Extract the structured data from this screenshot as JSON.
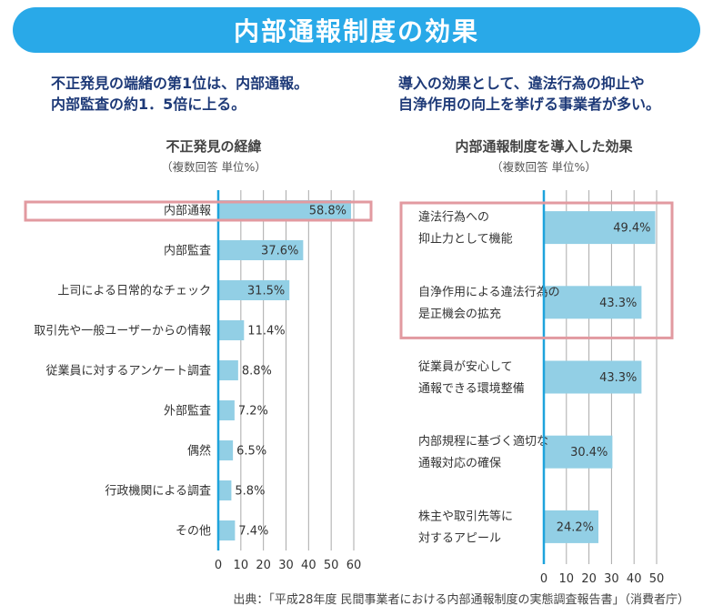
{
  "banner": {
    "title": "内部通報制度の効果",
    "color": "#29a9e8"
  },
  "headlines": {
    "left": [
      "不正発見の端緒の第1位は、内部通報。",
      "内部監査の約1．5倍に上る。"
    ],
    "right": [
      "導入の効果として、違法行為の抑止や",
      "自浄作用の向上を挙げる事業者が多い。"
    ]
  },
  "colors": {
    "bar": "#92cfe5",
    "axis": "#1ea3dc",
    "grid": "#aaaaaa",
    "highlight": "#e29aa0",
    "text": "#333333"
  },
  "chart_data": [
    {
      "type": "bar",
      "orientation": "horizontal",
      "title": "不正発見の経緯",
      "subtitle": "（複数回答 単位%）",
      "categories": [
        [
          "内部通報"
        ],
        [
          "内部監査"
        ],
        [
          "上司による日常的なチェック"
        ],
        [
          "取引先や一般ユーザーからの情報"
        ],
        [
          "従業員に対するアンケート調査"
        ],
        [
          "外部監査"
        ],
        [
          "偶然"
        ],
        [
          "行政機関による調査"
        ],
        [
          "その他"
        ]
      ],
      "values": [
        58.8,
        37.6,
        31.5,
        11.4,
        8.8,
        7.2,
        6.5,
        5.8,
        7.4
      ],
      "value_labels": [
        "58.8%",
        "37.6%",
        "31.5%",
        "11.4%",
        "8.8%",
        "7.2%",
        "6.5%",
        "5.8%",
        "7.4%"
      ],
      "xlim": [
        0,
        60
      ],
      "xticks": [
        0,
        10,
        20,
        30,
        40,
        50,
        60
      ],
      "grid": true,
      "label_align": "right",
      "highlight": [
        0
      ]
    },
    {
      "type": "bar",
      "orientation": "horizontal",
      "title": "内部通報制度を導入した効果",
      "subtitle": "（複数回答 単位%）",
      "categories": [
        [
          "違法行為への",
          "抑止力として機能"
        ],
        [
          "自浄作用による違法行為の",
          "是正機会の拡充"
        ],
        [
          "従業員が安心して",
          "通報できる環境整備"
        ],
        [
          "内部規程に基づく適切な",
          "通報対応の確保"
        ],
        [
          "株主や取引先等に",
          "対するアピール"
        ]
      ],
      "values": [
        49.4,
        43.3,
        43.3,
        30.4,
        24.2
      ],
      "value_labels": [
        "49.4%",
        "43.3%",
        "43.3%",
        "30.4%",
        "24.2%"
      ],
      "xlim": [
        0,
        50
      ],
      "xticks": [
        0,
        10,
        20,
        30,
        40,
        50
      ],
      "grid": true,
      "label_align": "left",
      "highlight": [
        0,
        1
      ]
    }
  ],
  "source": "出典：「平成28年度 民間事業者における内部通報制度の実態調査報告書」（消費者庁）"
}
